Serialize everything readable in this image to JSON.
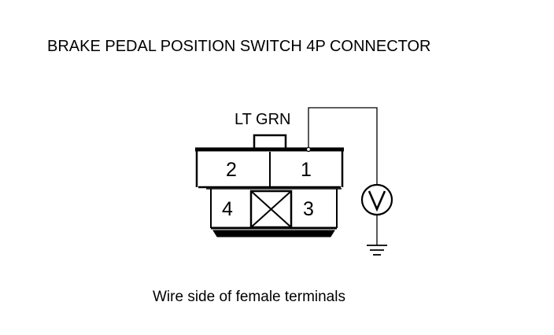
{
  "title": "BRAKE PEDAL POSITION SWITCH 4P CONNECTOR",
  "wire_color": "LT GRN",
  "terminals": {
    "t1": "1",
    "t2": "2",
    "t3": "3",
    "t4": "4"
  },
  "meter": {
    "symbol": "V",
    "icon": "voltmeter-icon"
  },
  "ground": {
    "icon": "ground-icon"
  },
  "caption": "Wire side of female terminals"
}
